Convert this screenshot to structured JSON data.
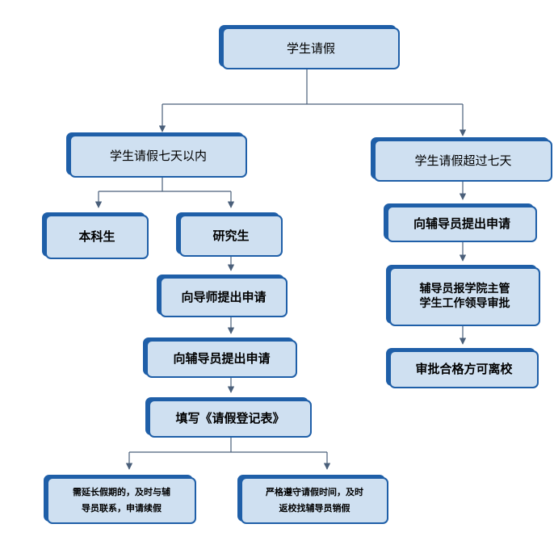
{
  "diagram": {
    "root": {
      "label": "学生请假"
    },
    "within_seven_days": {
      "label": "学生请假七天以内",
      "undergraduate": "本科生",
      "graduate": "研究生",
      "apply_supervisor": "向导师提出申请",
      "apply_counselor": "向辅导员提出申请",
      "fill_form": "填写《请假登记表》",
      "extend_note": "需延长假期的，及时与辅\n导员联系，申请续假",
      "return_note": "严格遵守请假时间，及时\n返校找辅导员销假"
    },
    "over_seven_days": {
      "label": "学生请假超过七天",
      "apply_counselor": "向辅导员提出申请",
      "report_leader": "辅导员报学院主管\n学生工作领导审批",
      "approved_leave": "审批合格方可离校"
    }
  },
  "colors": {
    "box_fill": "#cfe0f1",
    "box_border": "#1f5fa8",
    "connector": "#4a5f7a"
  }
}
